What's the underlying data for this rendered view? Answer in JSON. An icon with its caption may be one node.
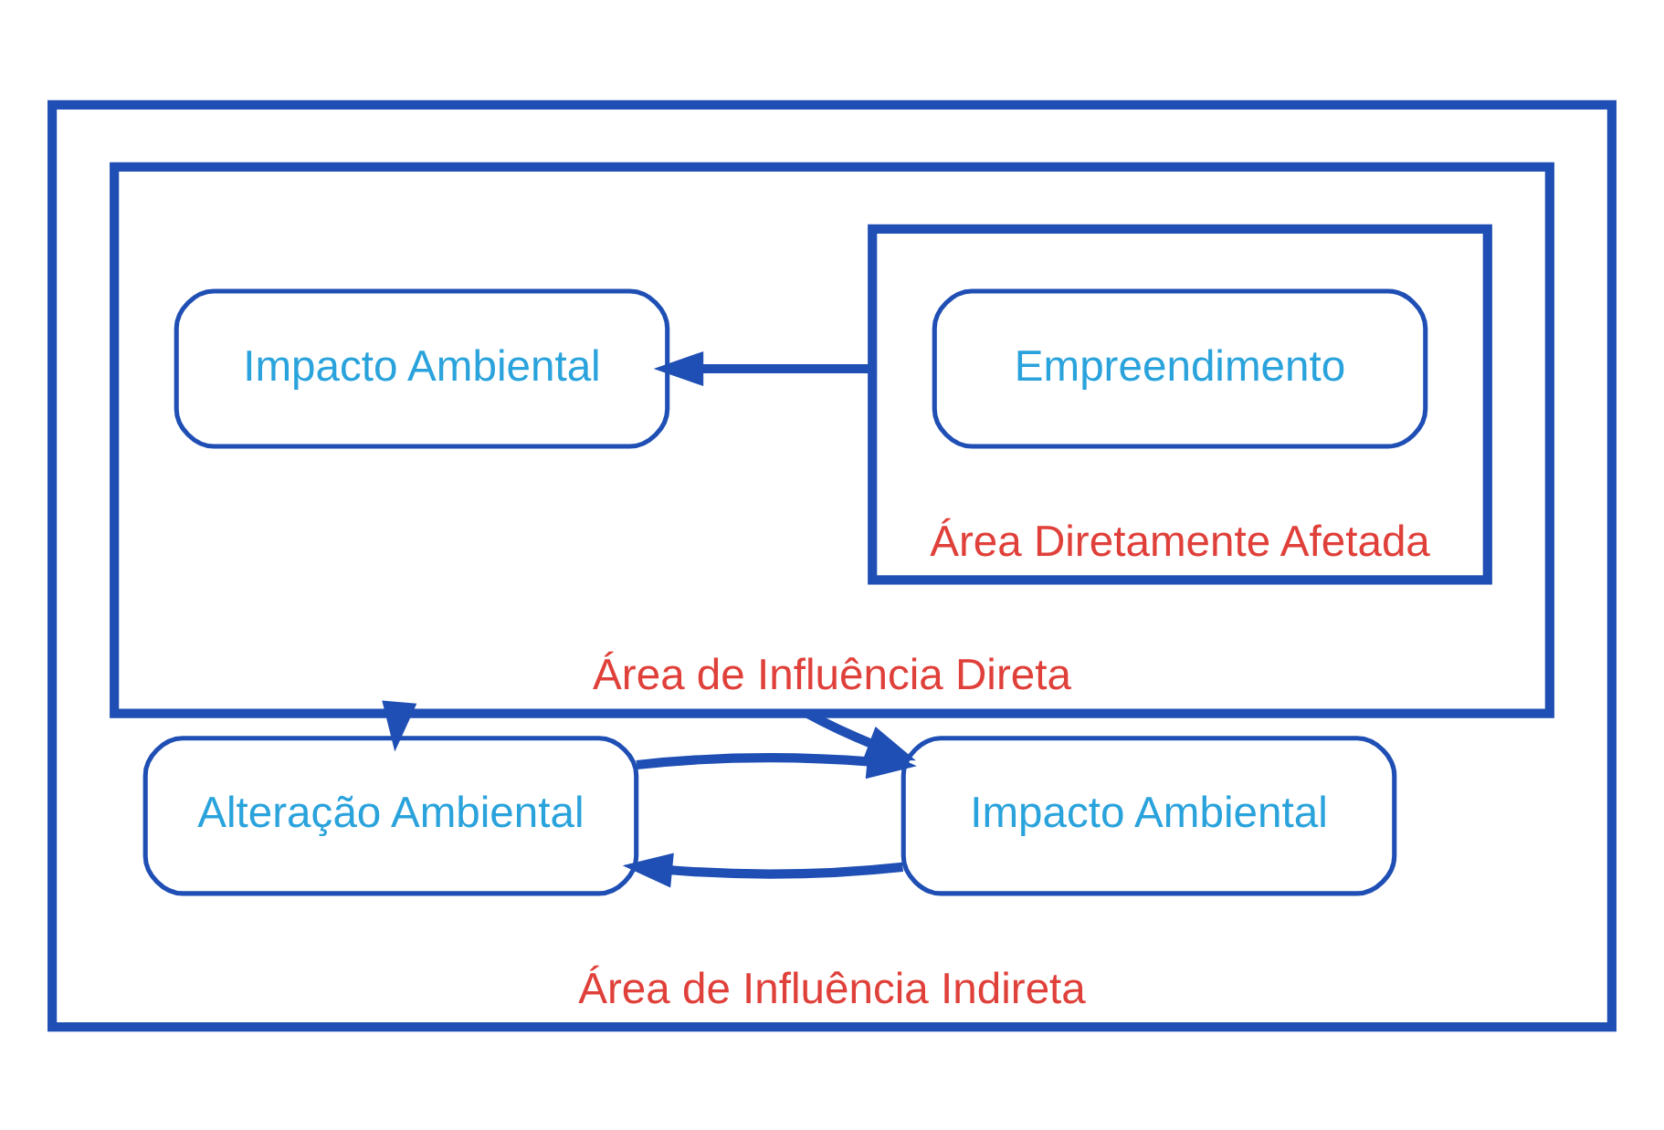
{
  "diagram": {
    "nodes": [
      {
        "text": [
          "Área de Influência Indireta"
        ]
      },
      {
        "text": [
          "Área de Influência Direta"
        ],
        "in": 0
      },
      {
        "text": [
          "Impacto Ambiental"
        ],
        "in": 1
      },
      {
        "text": [
          "Área Diretamente Afetada"
        ],
        "in": 1
      },
      {
        "text": [
          "Empreendimento"
        ],
        "in": 3
      },
      {
        "text": [
          "Alteração Ambiental"
        ],
        "in": 0
      },
      {
        "text": [
          "Impacto Ambiental"
        ],
        "in": 0
      }
    ],
    "edges": [
      {
        "from": 3,
        "to": 2,
        "arrow": "to"
      },
      {
        "from": 1,
        "to": 5,
        "arrow": "to"
      },
      {
        "from": 1,
        "to": 6,
        "arrow": "to"
      },
      {
        "from": 6,
        "to": 5,
        "arrow": "to"
      },
      {
        "from": 5,
        "to": 6,
        "arrow": "to"
      }
    ]
  }
}
